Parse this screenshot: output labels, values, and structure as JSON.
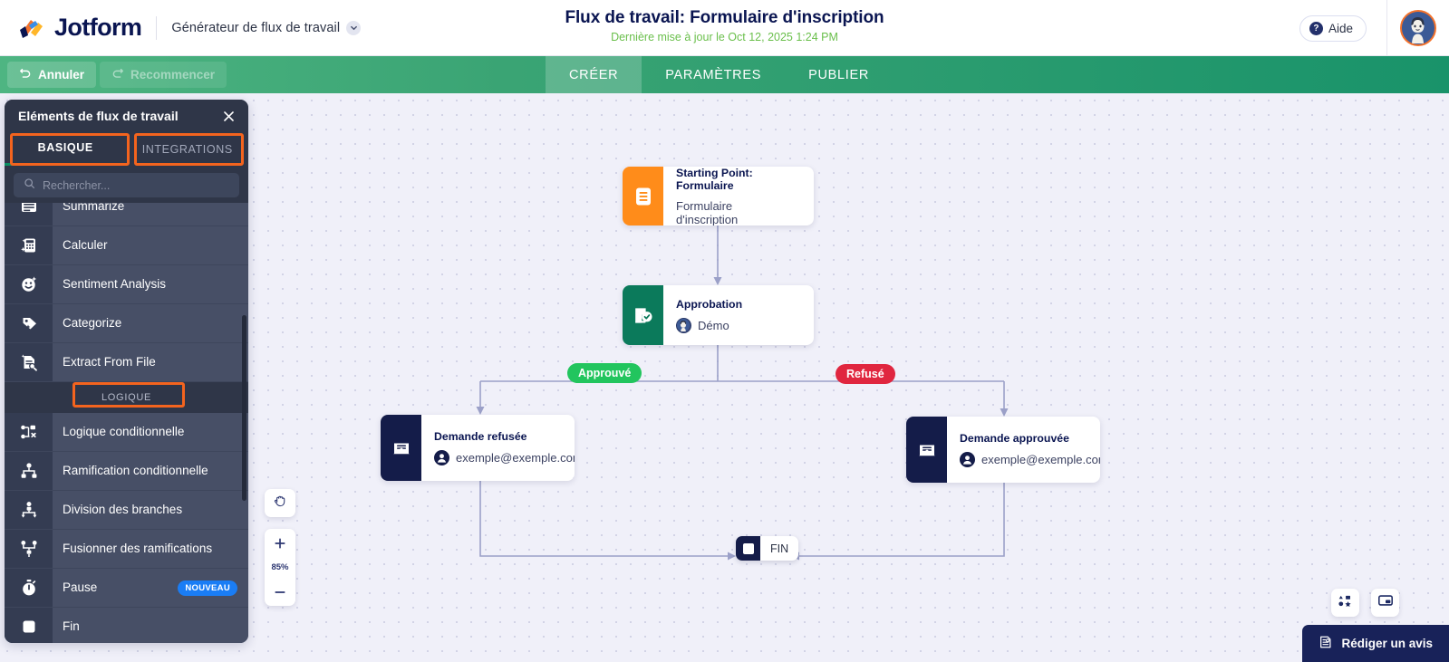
{
  "header": {
    "brand": "Jotform",
    "brand_icon": "jotform-logo-icon",
    "generator_label": "Générateur de flux de travail",
    "generator_chevron_icon": "chevron-down-icon",
    "title": "Flux de travail: Formulaire d'inscription",
    "subtitle": "Dernière mise à jour le Oct 12, 2025 1:24 PM",
    "help_label": "Aide",
    "help_icon": "question-mark-icon",
    "avatar_icon": "user-avatar"
  },
  "toolbar": {
    "undo_label": "Annuler",
    "undo_icon": "undo-arrow-icon",
    "redo_label": "Recommencer",
    "redo_icon": "redo-arrow-icon",
    "tabs": [
      {
        "label": "CRÉER",
        "active": true
      },
      {
        "label": "PARAMÈTRES",
        "active": false
      },
      {
        "label": "PUBLIER",
        "active": false
      }
    ]
  },
  "panel": {
    "title": "Eléments de flux de travail",
    "close_icon": "close-icon",
    "tabs": [
      {
        "label": "BASIQUE",
        "active": true,
        "highlighted": true
      },
      {
        "label": "INTEGRATIONS",
        "active": false,
        "highlighted": true
      }
    ],
    "search": {
      "placeholder": "Rechercher...",
      "value": "",
      "icon": "search-icon"
    },
    "items": [
      {
        "label": "Summarize",
        "icon": "summarize-icon",
        "type": "item",
        "badge": ""
      },
      {
        "label": "Calculer",
        "icon": "calculator-ai-icon",
        "type": "item",
        "badge": ""
      },
      {
        "label": "Sentiment Analysis",
        "icon": "sentiment-face-icon",
        "type": "item",
        "badge": ""
      },
      {
        "label": "Categorize",
        "icon": "tag-ai-icon",
        "type": "item",
        "badge": ""
      },
      {
        "label": "Extract From File",
        "icon": "extract-file-icon",
        "type": "item",
        "badge": ""
      },
      {
        "label": "LOGIQUE",
        "icon": "",
        "type": "section",
        "badge": "",
        "highlighted": true
      },
      {
        "label": "Logique conditionnelle",
        "icon": "conditional-logic-icon",
        "type": "item",
        "badge": ""
      },
      {
        "label": "Ramification conditionnelle",
        "icon": "branch-icon",
        "type": "item",
        "badge": ""
      },
      {
        "label": "Division des branches",
        "icon": "split-branch-icon",
        "type": "item",
        "badge": ""
      },
      {
        "label": "Fusionner des ramifications",
        "icon": "merge-branch-icon",
        "type": "item",
        "badge": ""
      },
      {
        "label": "Pause",
        "icon": "timer-icon",
        "type": "item",
        "badge": "NOUVEAU"
      },
      {
        "label": "Fin",
        "icon": "stop-square-icon",
        "type": "item",
        "badge": ""
      }
    ]
  },
  "canvas": {
    "nodes": {
      "start": {
        "title": "Starting Point: Formulaire",
        "subtitle": "Formulaire d'inscription",
        "icon": "form-document-icon",
        "color": "#ff8c1a"
      },
      "approval": {
        "title": "Approbation",
        "subtitle": "Démo",
        "icon": "approval-check-icon",
        "sub_icon": "user-avatar-mini",
        "color": "#0b7a5b"
      },
      "refused": {
        "title": "Demande refusée",
        "subtitle": "exemple@exemple.com",
        "icon": "email-envelope-icon",
        "sub_icon": "person-icon",
        "color": "#141c49"
      },
      "approved": {
        "title": "Demande approuvée",
        "subtitle": "exemple@exemple.com",
        "icon": "email-envelope-icon",
        "sub_icon": "person-icon",
        "color": "#141c49"
      },
      "end": {
        "label": "FIN",
        "icon": "stop-square-icon",
        "color": "#141c49"
      }
    },
    "branch_labels": [
      {
        "label": "Approuvé",
        "color": "#22c55e"
      },
      {
        "label": "Refusé",
        "color": "#e0263f"
      }
    ],
    "zoom_controls": {
      "pan_icon": "hand-pan-icon",
      "zoom_in_icon": "plus-icon",
      "zoom_out_icon": "minus-icon",
      "zoom_level": "85%"
    },
    "bottom_tools": [
      {
        "icon": "shapes-palette-icon"
      },
      {
        "icon": "minimap-icon"
      }
    ],
    "feedback": {
      "label": "Rédiger un avis",
      "icon": "feedback-note-icon"
    }
  }
}
